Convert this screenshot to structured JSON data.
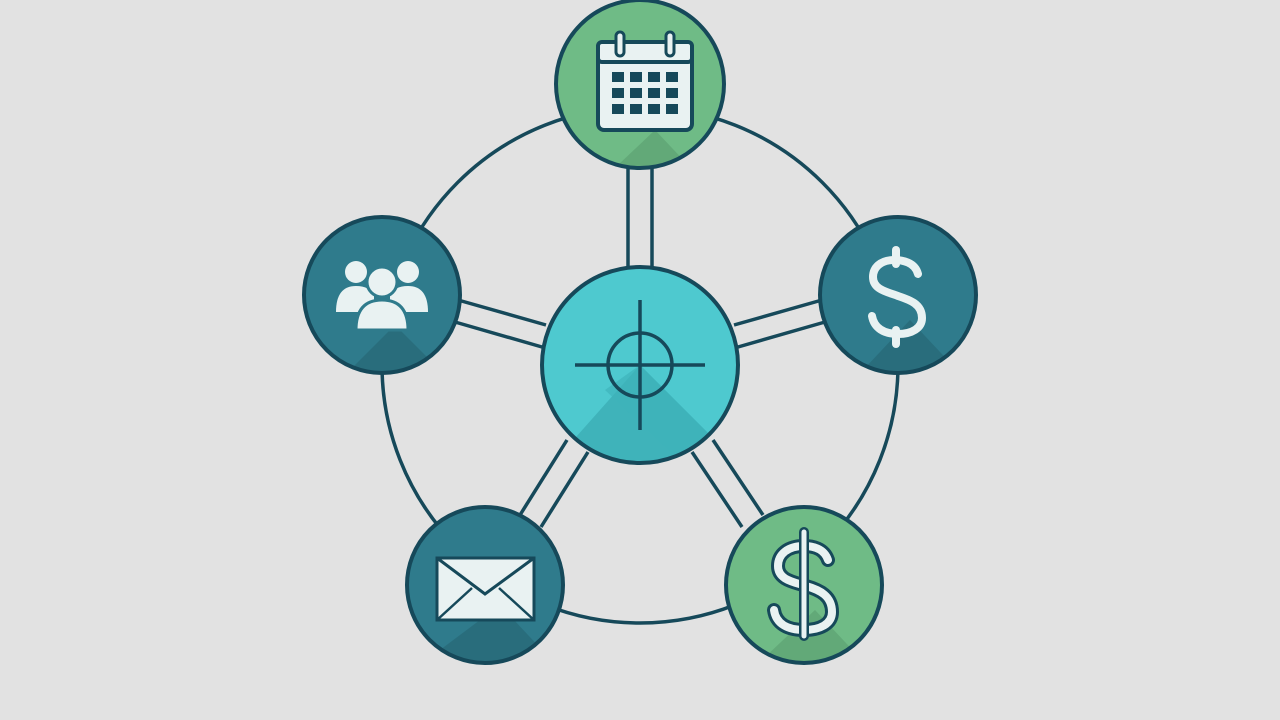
{
  "colors": {
    "background": "#e2e2e2",
    "stroke": "#16495a",
    "hub_fill": "#4ec9cf",
    "hub_shade": "#3fb3ba",
    "teal_node": "#2f7b8c",
    "teal_shade": "#296d7c",
    "green_node": "#6fbb86",
    "green_shade": "#62a978",
    "icon_light": "#e9f2f2"
  },
  "nodes": [
    {
      "id": "calendar",
      "icon": "calendar-icon",
      "color": "green"
    },
    {
      "id": "dollar-right",
      "icon": "dollar-icon",
      "color": "teal"
    },
    {
      "id": "dollar-bottom-right",
      "icon": "dollar-icon",
      "color": "green"
    },
    {
      "id": "mail",
      "icon": "envelope-icon",
      "color": "teal"
    },
    {
      "id": "team",
      "icon": "team-icon",
      "color": "teal"
    }
  ],
  "hub": {
    "icon": "target-crosshair-icon"
  }
}
